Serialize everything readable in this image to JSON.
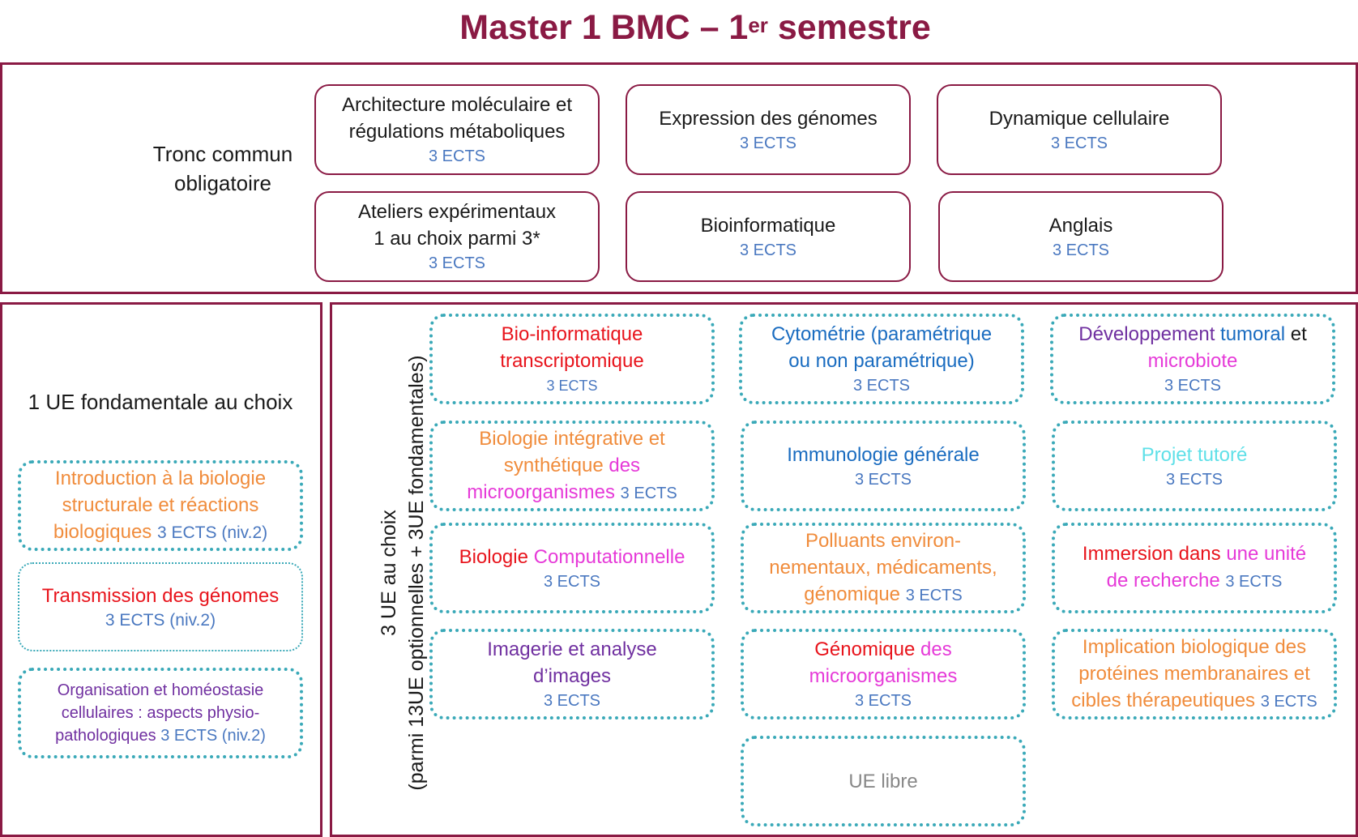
{
  "title": {
    "main": "Master 1 BMC – 1",
    "sup": "er",
    "tail": " semestre"
  },
  "colors": {
    "frame": "#8a1a44",
    "dotted": "#3aa9b8",
    "ects": "#4a78c0",
    "red": "#e8141c",
    "magenta": "#e63ad8",
    "orange": "#f08c3c",
    "blue": "#1a6cc0",
    "purple": "#7030a0",
    "cyan": "#5fe0e8",
    "gray": "#888888",
    "black": "#1a1a1a"
  },
  "core_section": {
    "label_line1": "Tronc commun",
    "label_line2": "obligatoire",
    "boxes": [
      {
        "l1": "Architecture moléculaire et",
        "l2": "régulations métaboliques",
        "ects": "3 ECTS"
      },
      {
        "l1": "Expression des génomes",
        "ects": "3 ECTS"
      },
      {
        "l1": "Dynamique cellulaire",
        "ects": "3 ECTS"
      },
      {
        "l1": "Ateliers expérimentaux",
        "l2": "1 au choix parmi 3*",
        "ects": "3 ECTS"
      },
      {
        "l1": "Bioinformatique",
        "ects": "3 ECTS"
      },
      {
        "l1": "Anglais",
        "ects": "3 ECTS"
      }
    ]
  },
  "fundamental_section": {
    "label": "1 UE fondamentale au choix",
    "boxes": [
      {
        "l1": "Introduction à la biologie",
        "l2": "structurale et réactions",
        "l3": "biologiques",
        "ects": "3 ECTS (niv.2)"
      },
      {
        "l1": "Transmission des génomes",
        "ects": "3 ECTS (niv.2)"
      },
      {
        "l1": "Organisation et homéostasie",
        "l2": "cellulaires : aspects physio-",
        "l3": "pathologiques",
        "ects": "3 ECTS (niv.2)"
      }
    ]
  },
  "optional_section": {
    "label_line1": "3 UE au choix",
    "label_line2": "(parmi 13UE optionnelles + 3UE fondamentales)",
    "boxes": {
      "bioinfo": {
        "l1": "Bio-informatique",
        "l2": "transcriptomique",
        "ects": "3 ECTS"
      },
      "cyto": {
        "l1": "Cytométrie (paramétrique",
        "l2": "ou non paramétrique)",
        "ects": "3 ECTS"
      },
      "dev": {
        "a": "Développement",
        "b": " tumoral",
        "c": " et",
        "l2": "microbiote",
        "ects": "3 ECTS"
      },
      "biointeg": {
        "l1": "Biologie intégrative et",
        "l2a": "synthétique",
        "l2b": " des",
        "l3": "microorganismes",
        "ects": "3 ECTS"
      },
      "immuno": {
        "l1": "Immunologie générale",
        "ects": "3 ECTS"
      },
      "projet": {
        "l1": "Projet tutoré",
        "ects": "3 ECTS"
      },
      "biocomp": {
        "a": "Biologie",
        "b": " Computationnelle",
        "ects": "3 ECTS"
      },
      "polluants": {
        "l1": "Polluants environ-",
        "l2": "nementaux, médicaments,",
        "l3": "génomique",
        "ects": "3 ECTS"
      },
      "immersion": {
        "a": "Immersion dans",
        "b": " une unité",
        "l2": "de recherche",
        "ects": "3 ECTS"
      },
      "imagerie": {
        "l1": "Imagerie et analyse",
        "l2": "d’images",
        "ects": "3 ECTS"
      },
      "genomique": {
        "a": "Génomique",
        "b": " des",
        "l2": "microorganismes",
        "ects": "3 ECTS"
      },
      "implication": {
        "l1": "Implication biologique des",
        "l2": "protéines membranaires et",
        "l3": "cibles thérapeutiques",
        "ects": "3 ECTS"
      },
      "libre": {
        "l1": "UE libre"
      }
    }
  }
}
